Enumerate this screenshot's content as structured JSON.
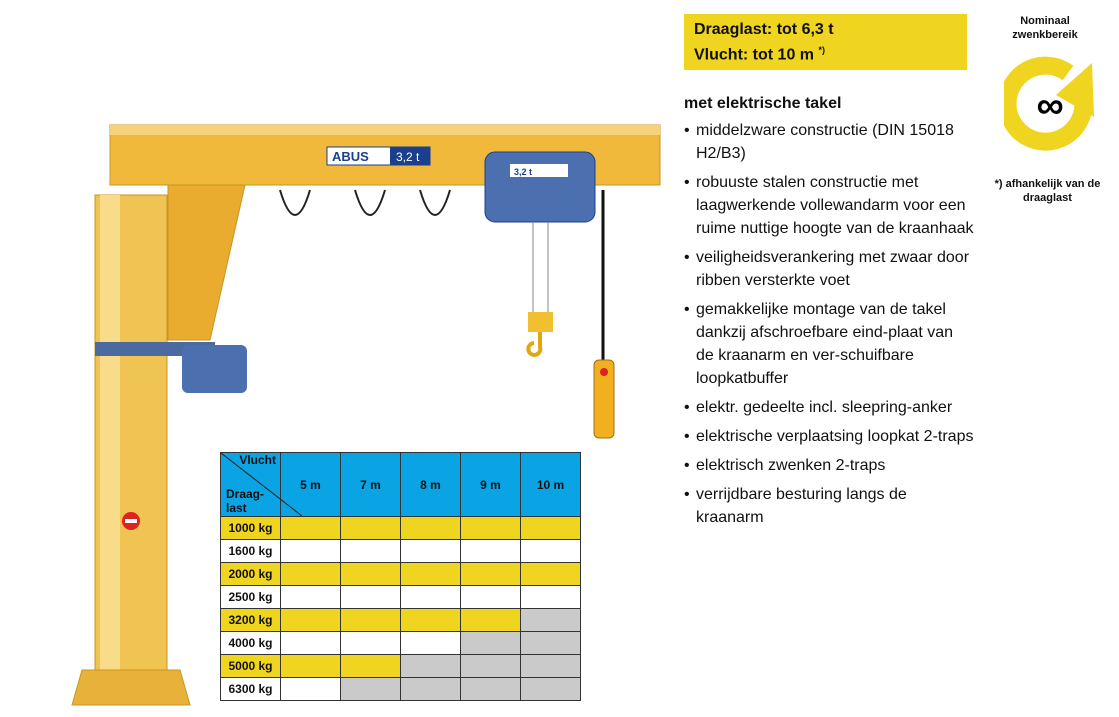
{
  "spec": {
    "line1": "Draaglast: tot 6,3 t",
    "line2": "Vlucht: tot 10 m",
    "footnote_mark": "*)"
  },
  "swing": {
    "title": "Nominaal zwenkbereik",
    "symbol": "∞",
    "footnote": "*) afhankelijk van de draaglast",
    "color": "#efd420"
  },
  "features": {
    "heading": "met elektrische takel",
    "items": [
      "middelzware constructie (DIN 15018 H2/B3)",
      "robuuste stalen constructie met laagwerkende vollewandarm voor een ruime nuttige hoogte van de kraanhaak",
      "veiligheidsverankering met zwaar door ribben versterkte voet",
      "gemakkelijke montage van de takel dankzij afschroefbare eind-plaat van de kraanarm en ver-schuifbare loopkatbuffer",
      "elektr. gedeelte incl. sleepring-anker",
      "elektrische verplaatsing loopkat 2-traps",
      "elektrisch zwenken 2-traps",
      "verrijdbare besturing langs de kraanarm"
    ]
  },
  "crane": {
    "brand": "ABUS",
    "arm_capacity": "3,2 t",
    "hoist_capacity": "3,2 t"
  },
  "table": {
    "corner_top": "Vlucht",
    "corner_bottom": "Draag-last",
    "columns": [
      "5 m",
      "7 m",
      "8 m",
      "9 m",
      "10 m"
    ],
    "rows": [
      {
        "load": "1000 kg",
        "max_columns": 5,
        "style": "y"
      },
      {
        "load": "1600 kg",
        "max_columns": 5,
        "style": "w"
      },
      {
        "load": "2000 kg",
        "max_columns": 5,
        "style": "y"
      },
      {
        "load": "2500 kg",
        "max_columns": 5,
        "style": "w"
      },
      {
        "load": "3200 kg",
        "max_columns": 4,
        "style": "y"
      },
      {
        "load": "4000 kg",
        "max_columns": 3,
        "style": "w"
      },
      {
        "load": "5000 kg",
        "max_columns": 2,
        "style": "y"
      },
      {
        "load": "6300 kg",
        "max_columns": 1,
        "style": "w"
      }
    ]
  }
}
